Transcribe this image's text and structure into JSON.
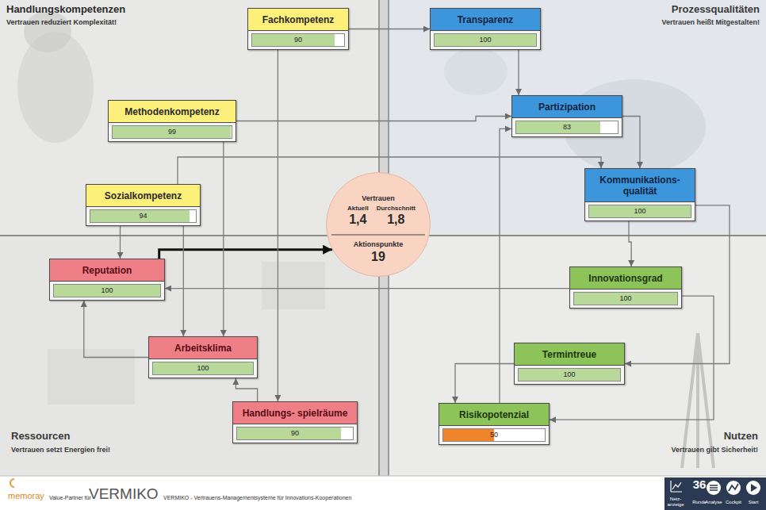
{
  "diagram": {
    "nodes": [
      {
        "text": [
          "Fachkompetenz",
          "90"
        ]
      },
      {
        "text": [
          "Transparenz",
          "100"
        ]
      },
      {
        "text": [
          "Methodenkompetenz",
          "99"
        ]
      },
      {
        "text": [
          "Partizipation",
          "83"
        ]
      },
      {
        "text": [
          "Sozialkompetenz",
          "94"
        ]
      },
      {
        "text": [
          "Kommunikations- qualität",
          "100"
        ]
      },
      {
        "text": [
          "Vertrauen",
          "Aktuell",
          "Durchschnitt",
          "1,4",
          "1,8",
          "Aktionspunkte",
          "19"
        ]
      },
      {
        "text": [
          "Reputation",
          "100"
        ]
      },
      {
        "text": [
          "Innovationsgrad",
          "100"
        ]
      },
      {
        "text": [
          "Arbeitsklima",
          "100"
        ]
      },
      {
        "text": [
          "Termintreue",
          "100"
        ]
      },
      {
        "text": [
          "Handlungs- spielräume",
          "90"
        ]
      },
      {
        "text": [
          "Risikopotenzial",
          "50"
        ]
      }
    ],
    "edges": [
      {
        "from": 0,
        "to": 1,
        "arrow": "to"
      },
      {
        "from": 2,
        "to": 3,
        "arrow": "to"
      },
      {
        "from": 4,
        "to": 5,
        "arrow": "to"
      },
      {
        "from": 1,
        "to": 3,
        "arrow": "to"
      },
      {
        "from": 3,
        "to": 5,
        "arrow": "to"
      },
      {
        "from": 5,
        "to": 8,
        "arrow": "to"
      },
      {
        "from": 7,
        "to": 6,
        "arrow": "to"
      },
      {
        "from": 4,
        "to": 7,
        "arrow": "to"
      },
      {
        "from": 4,
        "to": 9,
        "arrow": "to"
      },
      {
        "from": 9,
        "to": 7,
        "arrow": "to"
      },
      {
        "from": 11,
        "to": 9,
        "arrow": "to"
      },
      {
        "from": 8,
        "to": 7,
        "arrow": "to"
      },
      {
        "from": 10,
        "to": 12,
        "arrow": "to"
      },
      {
        "from": 8,
        "to": 12,
        "arrow": "to"
      },
      {
        "from": 12,
        "to": 3,
        "arrow": "to"
      },
      {
        "from": 0,
        "to": 11,
        "arrow": "to"
      },
      {
        "from": 2,
        "to": 9,
        "arrow": "to"
      },
      {
        "from": 5,
        "to": 10,
        "arrow": "to"
      }
    ],
    "labels": [
      "Handlungskompetenzen",
      "Vertrauen reduziert Komplexität!",
      "Prozessqualitäten",
      "Vertrauen heißt Mitgestalten!",
      "Ressourcen",
      "Vertrauen setzt Energien frei!",
      "Nutzen",
      "Vertrauen gibt Sicherheit!",
      "memoray",
      "Value-Partner für",
      "VERMIKO",
      "VERMIKO - Vertrauens-Managementsysteme für Innovations-Kooperationen",
      "Netz- anzeige",
      "36",
      "Runde",
      "Analyse",
      "Cockpit",
      "Start"
    ]
  }
}
